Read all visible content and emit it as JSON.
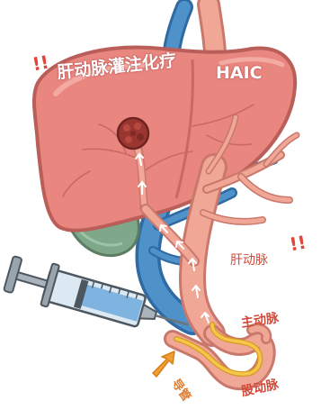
{
  "labels": {
    "title": "肝动脉灌注化疗",
    "haic": "HAIC",
    "hepatic_artery": "肝动脉",
    "aorta": "主动脉",
    "femoral_artery": "股动脉",
    "catheter": "导管"
  },
  "marks": {
    "left": "!!",
    "right": "!!"
  },
  "colors": {
    "liver": "#e9867f",
    "liver_outline": "#b95e58",
    "artery": "#ef9e8e",
    "vein": "#3f7fb7",
    "catheter": "#f6c64a",
    "label_red": "#d24a3a",
    "arrow_orange": "#f0a033",
    "tumor": "#9a3530"
  },
  "icons": {
    "syringe": "syringe-icon",
    "arrow": "orange-arrow-icon",
    "tumor": "tumor-icon",
    "liver": "liver-icon"
  }
}
